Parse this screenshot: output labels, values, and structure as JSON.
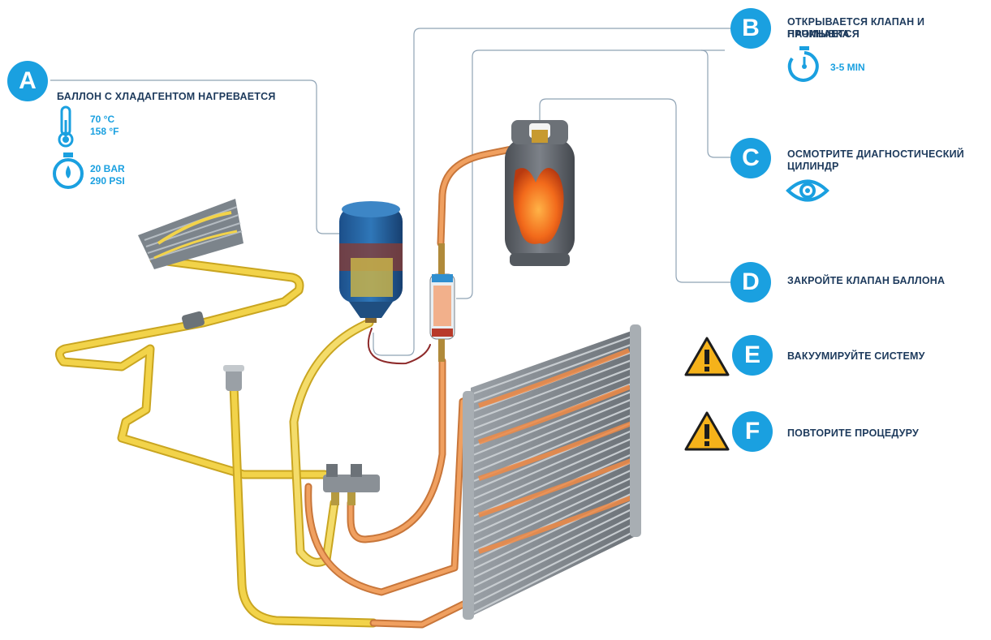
{
  "steps": [
    {
      "letter": "A",
      "label": "БАЛЛОН С ХЛАДАГЕНТОМ НАГРЕВАЕТСЯ",
      "temp_c": "70 °C",
      "temp_f": "158 °F",
      "pressure_bar": "20 BAR",
      "pressure_psi": "290 PSI"
    },
    {
      "letter": "B",
      "label_line1": "ОТКРЫВАЕТСЯ КЛАПАН И НАЧИНАЕТСЯ",
      "label_line2": "ПРОМЫВКА",
      "time": "3-5 MIN"
    },
    {
      "letter": "C",
      "label_line1": "ОСМОТРИТЕ ДИАГНОСТИЧЕСКИЙ",
      "label_line2": "ЦИЛИНДР"
    },
    {
      "letter": "D",
      "label": "ЗАКРОЙТЕ КЛАПАН БАЛЛОНА"
    },
    {
      "letter": "E",
      "label": "ВАКУУМИРУЙТЕ СИСТЕМУ"
    },
    {
      "letter": "F",
      "label": "ПОВТОРИТЕ ПРОЦЕДУРУ"
    }
  ],
  "icons": {
    "thermometer": "thermometer-icon",
    "pressure": "pressure-gauge-icon",
    "stopwatch": "stopwatch-icon",
    "eye": "eye-icon",
    "warning": "warning-icon"
  },
  "colors": {
    "accent": "#1aa0e0",
    "text": "#1d3a5c",
    "warning": "#f5b21a",
    "pipe_yellow": "#f2d34a",
    "pipe_orange": "#f0a060",
    "leader": "#8fa3b5"
  }
}
